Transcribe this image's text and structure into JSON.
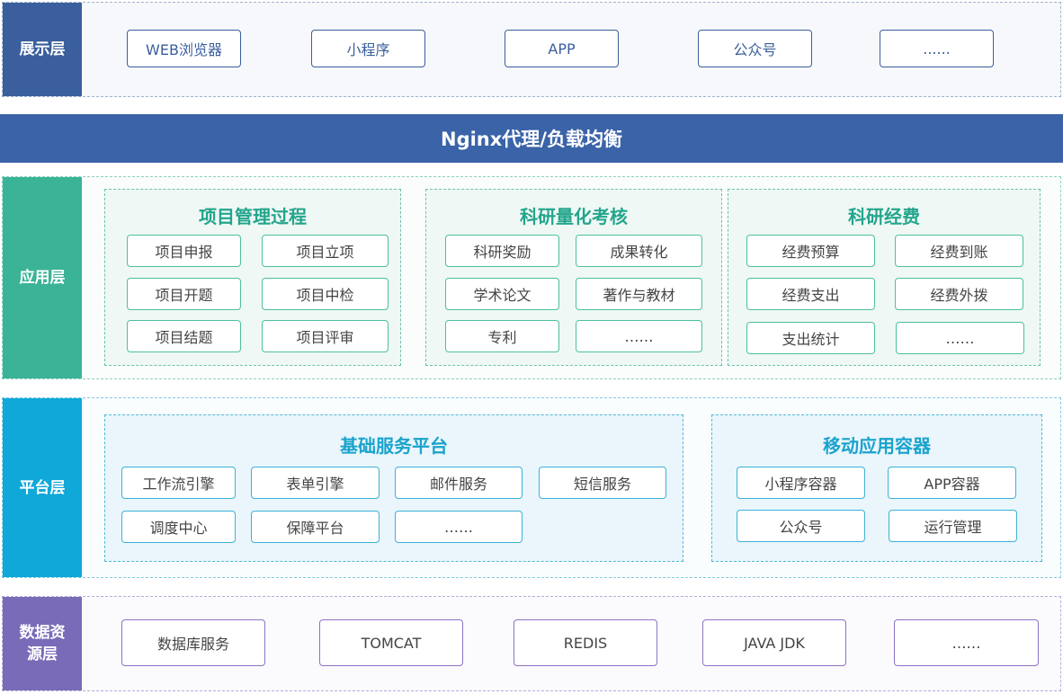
{
  "presentation": {
    "label": "展示层",
    "items": [
      "WEB浏览器",
      "小程序",
      "APP",
      "公众号",
      "......"
    ]
  },
  "nginx": {
    "label": "Nginx代理/负载均衡"
  },
  "application": {
    "label": "应用层",
    "groups": [
      {
        "title": "项目管理过程",
        "items": [
          "项目申报",
          "项目立项",
          "项目开题",
          "项目中检",
          "项目结题",
          "项目评审"
        ]
      },
      {
        "title": "科研量化考核",
        "items": [
          "科研奖励",
          "成果转化",
          "学术论文",
          "著作与教材",
          "专利",
          "……"
        ]
      },
      {
        "title": "科研经费",
        "items": [
          "经费预算",
          "经费到账",
          "经费支出",
          "经费外拨",
          "支出统计",
          "……"
        ]
      }
    ]
  },
  "platform": {
    "label": "平台层",
    "groups": [
      {
        "title": "基础服务平台",
        "items": [
          "工作流引擎",
          "表单引擎",
          "邮件服务",
          "短信服务",
          "调度中心",
          "保障平台",
          "……"
        ]
      },
      {
        "title": "移动应用容器",
        "items": [
          "小程序容器",
          "APP容器",
          "公众号",
          "运行管理"
        ]
      }
    ]
  },
  "data": {
    "label": "数据资源层",
    "label_line1": "数据资",
    "label_line2": "源层",
    "items": [
      "数据库服务",
      "TOMCAT",
      "REDIS",
      "JAVA JDK",
      "……"
    ]
  },
  "colors": {
    "presentation": "#3a5f9c",
    "nginx": "#3a63a8",
    "application": "#3bb397",
    "platform": "#0fa8d9",
    "data": "#7a6bb8"
  }
}
